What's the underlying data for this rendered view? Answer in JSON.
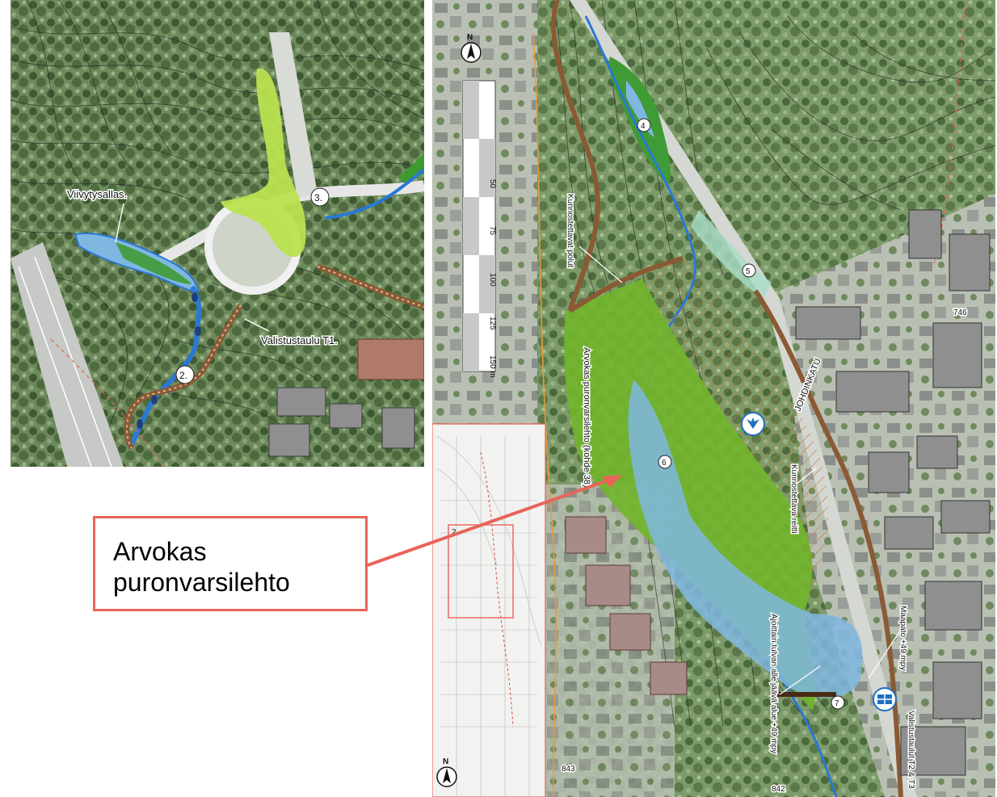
{
  "left_map": {
    "labels": {
      "pond": "Viivytysallas.",
      "board": "Valistustaulu T1.",
      "point2": "2.",
      "point3": "3."
    }
  },
  "right_map": {
    "scale_ticks": [
      "50",
      "75",
      "100",
      "125",
      "150 m"
    ],
    "labels": {
      "restored_paths": "Kunnostettavat polut",
      "valuable_grove": "Arvokas puronvarsilehto (kohde 38)",
      "restored_route": "Kunnostettava reitti",
      "street": "JOHDINKATU",
      "flood_area": "Ajoittain tulvan alle jäävä alue +49 mpy",
      "soil_dam": "Maapato +49 mpy",
      "boards": "Valistustaulut T2 & T3",
      "point4": "4",
      "point5": "5",
      "point6": "6",
      "point7": "7",
      "num746": "746",
      "num843": "843",
      "num842": "842"
    },
    "inset_number": "2"
  },
  "callout": {
    "line1": "Arvokas",
    "line2": "puronvarsilehto"
  },
  "colors": {
    "vegetation_dark": "#3f5a33",
    "vegetation_light": "#7d9a6a",
    "green_area": "#72b52c",
    "light_green": "#b9e24e",
    "flood_blue": "#7fb7e0",
    "stream_blue": "#2a78d6",
    "path_brown": "#8a5a35",
    "callout_red": "#e8645a",
    "contour": "#2a2a2a",
    "boundary_orange": "#e89a3c"
  }
}
